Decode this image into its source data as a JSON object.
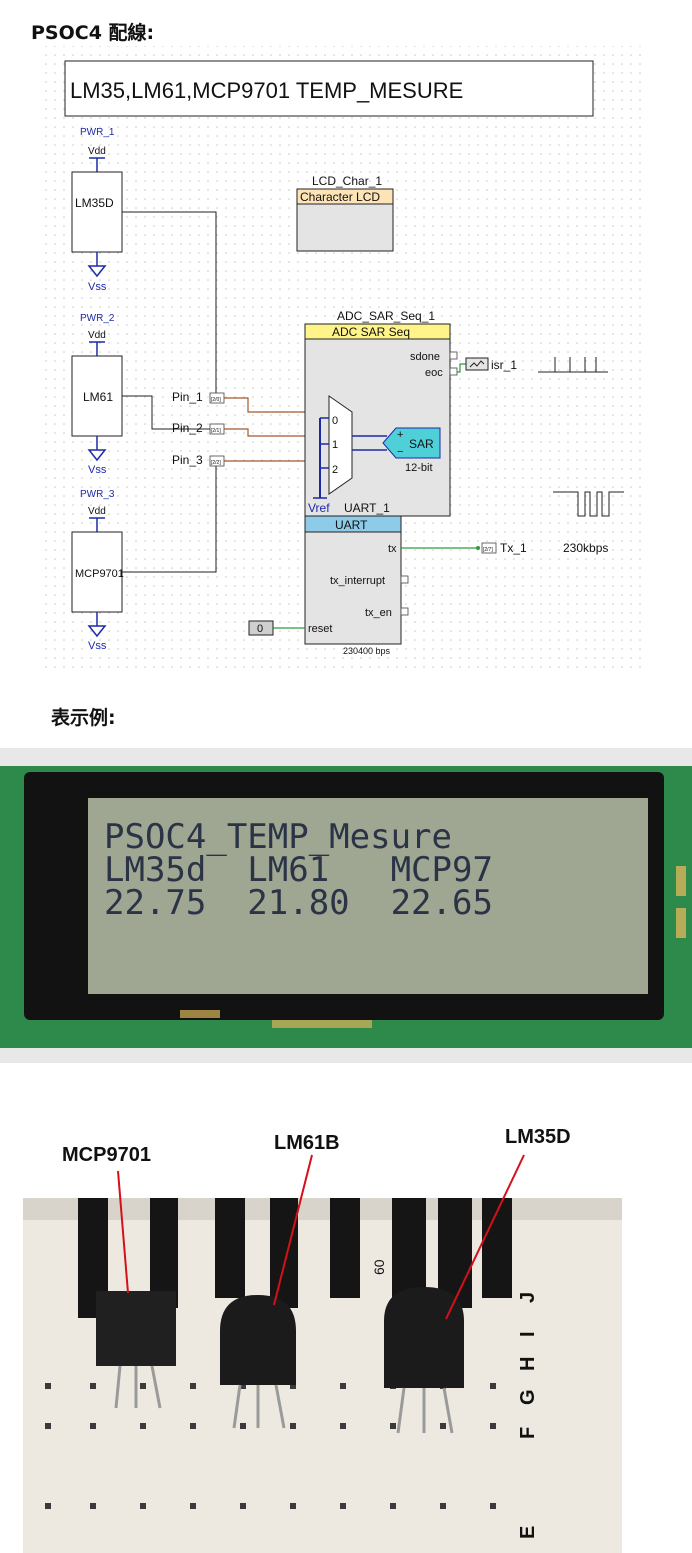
{
  "headings": {
    "wiring": "PSOC4 配線:",
    "display_example": "表示例:"
  },
  "schematic": {
    "title": "LM35,LM61,MCP9701 TEMP_MESURE",
    "power": [
      {
        "pwr": "PWR_1",
        "vdd": "Vdd",
        "vss": "Vss",
        "sensor": "LM35D"
      },
      {
        "pwr": "PWR_2",
        "vdd": "Vdd",
        "vss": "Vss",
        "sensor": "LM61"
      },
      {
        "pwr": "PWR_3",
        "vdd": "Vdd",
        "vss": "Vss",
        "sensor": "MCP9701"
      }
    ],
    "pins": [
      {
        "name": "Pin_1",
        "tag": "[2/0]"
      },
      {
        "name": "Pin_2",
        "tag": "[2/1]"
      },
      {
        "name": "Pin_3",
        "tag": "[2/2]"
      }
    ],
    "lcd": {
      "instance": "LCD_Char_1",
      "type": "Character LCD"
    },
    "adc": {
      "instance": "ADC_SAR_Seq_1",
      "type": "ADC SAR Seq",
      "sdone": "sdone",
      "eoc": "eoc",
      "mux_inputs": [
        "0",
        "1",
        "2"
      ],
      "vref": "Vref",
      "sar": "SAR",
      "resolution": "12-bit",
      "plus": "+",
      "minus": "−"
    },
    "isr": "isr_1",
    "uart": {
      "instance": "UART_1",
      "type": "UART",
      "tx": "tx",
      "tx_interrupt": "tx_interrupt",
      "tx_en": "tx_en",
      "reset": "reset",
      "reset_value": "0",
      "baud": "230400 bps",
      "tx_pin": "Tx_1",
      "tx_pin_tag": "[2/7]",
      "rate": "230kbps"
    }
  },
  "lcd_display": {
    "line1": "PSOC4_TEMP_Mesure",
    "line2": "LM35d  LM61   MCP97",
    "line3": "22.75  21.80  22.65"
  },
  "breadboard": {
    "labels": [
      "MCP9701",
      "LM61B",
      "LM35D"
    ],
    "row_letters": [
      "J",
      "I",
      "H",
      "G",
      "F",
      "E"
    ],
    "column_number": "60"
  },
  "colors": {
    "adc_header": "#fff48a",
    "uart_header": "#8ecbe8",
    "lcd_header": "#fde4b6",
    "block_fill": "#e4e4e4",
    "sar_fill": "#4fd0d8",
    "orange_wire": "#a4582a",
    "green_wire": "#2e9a3a",
    "annotation_red": "#d4101a"
  }
}
